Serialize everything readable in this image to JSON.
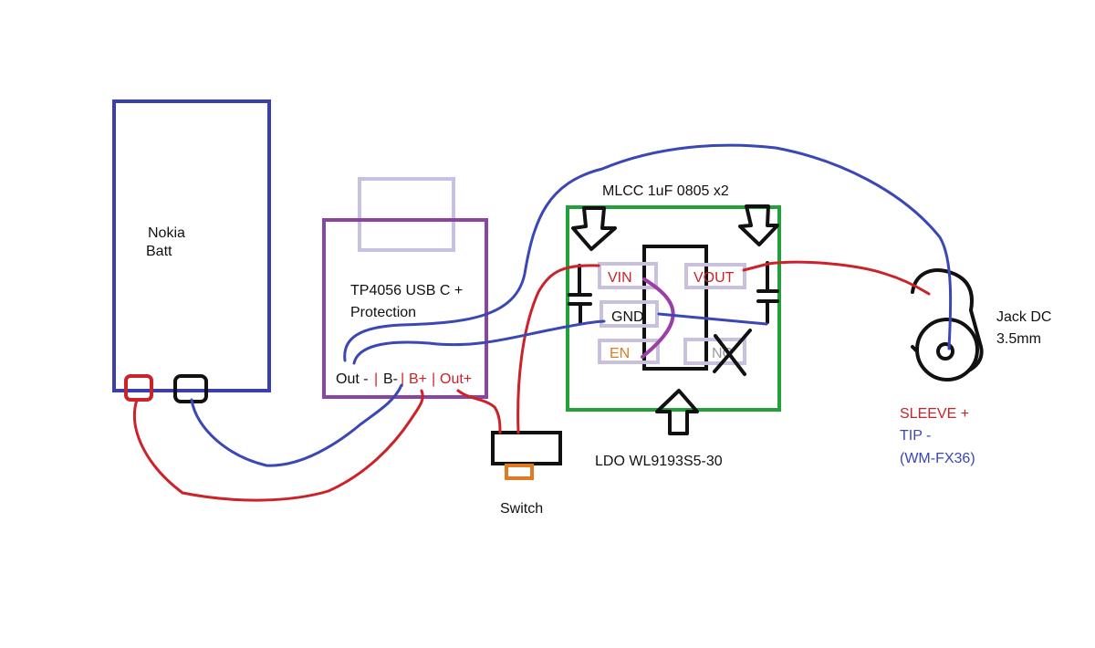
{
  "battery": {
    "line1": "Nokia",
    "line2": "Batt"
  },
  "charger": {
    "line1": "TP4056 USB C +",
    "line2": "Protection",
    "pins": {
      "out_minus": "Out -",
      "sep1": "|",
      "b_minus": "B-",
      "sep2": "|",
      "b_plus": "B+",
      "sep3": "|",
      "out_plus": "Out+"
    }
  },
  "switch": {
    "label": "Switch"
  },
  "capacitor_note": "MLCC 1uF 0805 x2",
  "ldo": {
    "label": "LDO WL9193S5-30",
    "pins": {
      "vin": "VIN",
      "gnd": "GND",
      "en": "EN",
      "vout": "VOUT",
      "nc": "NC"
    }
  },
  "jack": {
    "line1": "Jack DC",
    "line2": "3.5mm"
  },
  "polarity": {
    "sleeve": "SLEEVE +",
    "tip": "TIP -",
    "mic": "(WM-FX36)"
  },
  "colors": {
    "battery_outline": "#3a3fb0",
    "charger_outline": "#8b45a0",
    "usb_port": "#c8c0e0",
    "ldo_outline": "#22a03a",
    "pin_box": "#c9c0dd",
    "red_wire": "#cc2229",
    "blue_wire": "#3a47b5",
    "purple_wire": "#9b3fa6",
    "orange": "#e07a22",
    "black": "#111111"
  }
}
